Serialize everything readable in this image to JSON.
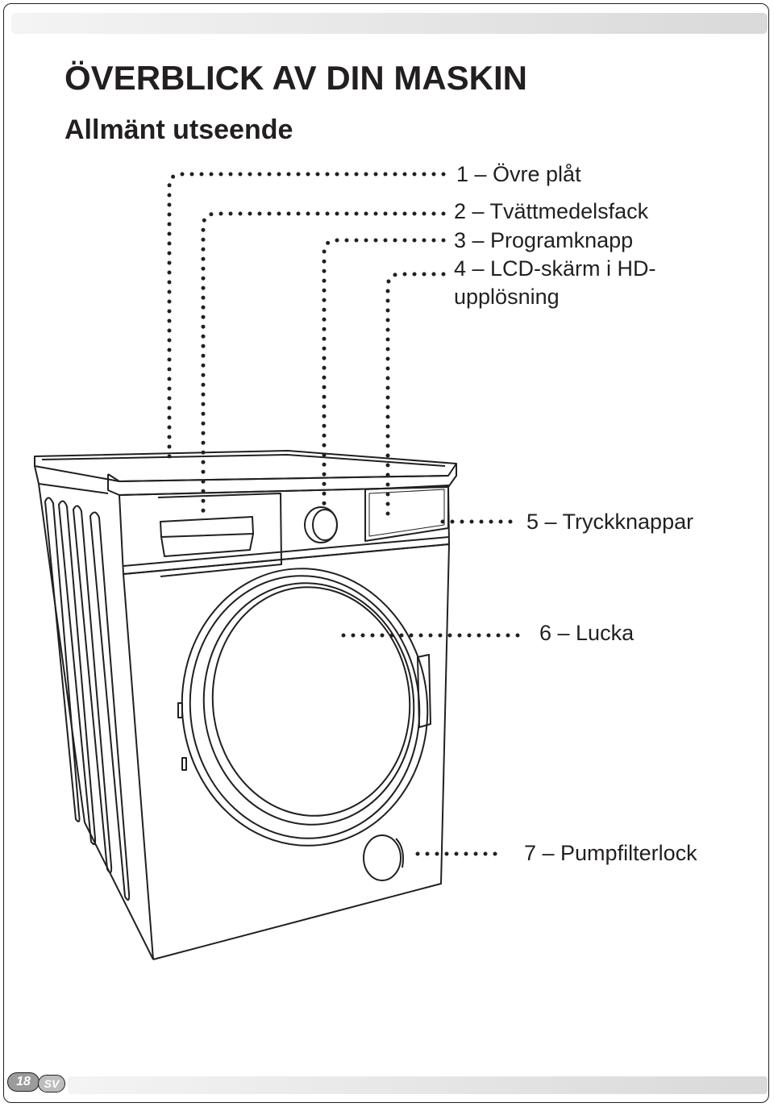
{
  "heading": {
    "title": "ÖVERBLICK AV DIN MASKIN",
    "subtitle": "Allmänt utseende"
  },
  "labels": [
    {
      "id": "1",
      "text": "1 – Övre plåt"
    },
    {
      "id": "2",
      "text": "2 – Tvättmedelsfack"
    },
    {
      "id": "3",
      "text": "3 – Programknapp"
    },
    {
      "id": "4",
      "text": "4 – LCD-skärm i HD-"
    },
    {
      "id": "4b",
      "text": "upplösning"
    },
    {
      "id": "5",
      "text": "5 – Tryckknappar"
    },
    {
      "id": "6",
      "text": "6 – Lucka"
    },
    {
      "id": "7",
      "text": "7 – Pumpfilterlock"
    }
  ],
  "footer": {
    "page_number": "18",
    "language": "SV"
  }
}
